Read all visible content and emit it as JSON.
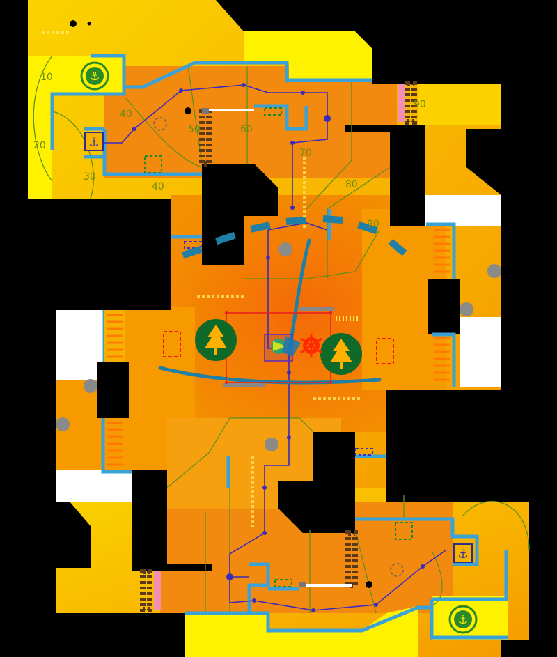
{
  "map": {
    "colors": {
      "void": "#000000",
      "base_yellow": "#fbd600",
      "base_orange": "#f38a00",
      "deep_orange": "#ef6a0a",
      "bright_yellow": "#fff200",
      "wall": "#3aa2d6",
      "lane_path": "#3a2bbd",
      "contour": "#5e8f1c",
      "forest": "#0f6a2a",
      "anchor_ring": "#2a8a2a",
      "red_player": "#ff1a00",
      "blue_player": "#1a78b5",
      "objective_box": "#e81d1d"
    },
    "contour_labels": {
      "top_left": [
        "10",
        "20",
        "30",
        "40",
        "40",
        "50",
        "60",
        "70",
        "80",
        "90",
        "90"
      ],
      "bottom_right": []
    },
    "icons": {
      "base_top": "anchor-ring-icon",
      "base_bottom": "anchor-ring-icon",
      "outpost_top": "anchor-square-icon",
      "outpost_bottom": "anchor-square-icon",
      "forest_left": "pine-tree-icon",
      "forest_right": "pine-tree-icon",
      "enemy_unit": "crab-icon",
      "ally_unit": "scout-icon"
    }
  }
}
